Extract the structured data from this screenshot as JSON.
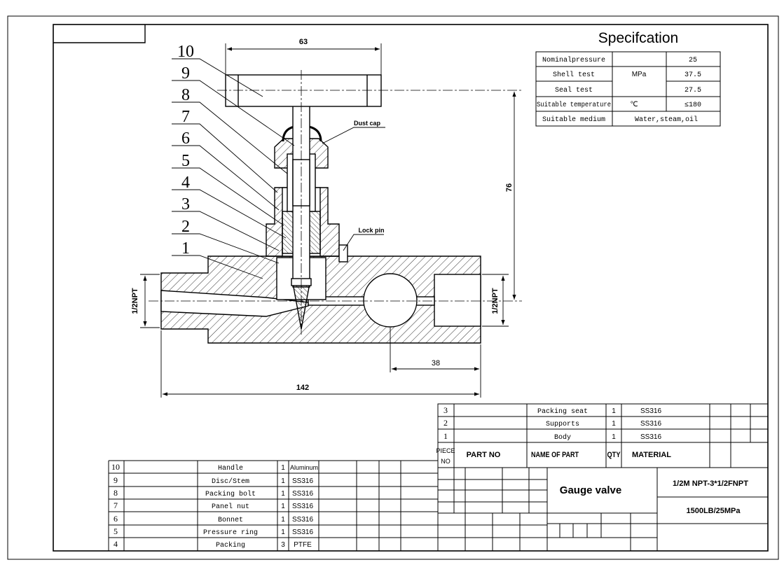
{
  "spec": {
    "title": "Specifcation",
    "rows": [
      {
        "label": "Nominalpressure",
        "unit": "",
        "value": "25"
      },
      {
        "label": "Shell test",
        "unit": "MPa",
        "value": "37.5"
      },
      {
        "label": "Seal test",
        "unit": "",
        "value": "27.5"
      },
      {
        "label": "Suitable temperature",
        "unit": "℃",
        "value": "≤180"
      },
      {
        "label": "Suitable medium",
        "unit": "",
        "value": "Water,steam,oil"
      }
    ]
  },
  "dimensions": {
    "d63": "63",
    "d76": "76",
    "d38": "38",
    "d142": "142",
    "npt_left": "1/2NPT",
    "npt_right": "1/2NPT"
  },
  "callouts": {
    "numbers": [
      "10",
      "9",
      "8",
      "7",
      "6",
      "5",
      "4",
      "3",
      "2",
      "1"
    ],
    "dust_cap": "Dust cap",
    "lock_pin": "Lock pin"
  },
  "bom_right": {
    "rows": [
      {
        "no": "3",
        "name": "Packing seat",
        "qty": "1",
        "material": "SS316"
      },
      {
        "no": "2",
        "name": "Supports",
        "qty": "1",
        "material": "SS316"
      },
      {
        "no": "1",
        "name": "Body",
        "qty": "1",
        "material": "SS316"
      }
    ],
    "header": {
      "piece": "PIECE",
      "piece2": "NO",
      "part_no": "PART NO",
      "name": "NAME OF PART",
      "qty": "QTY",
      "material": "MATERIAL"
    }
  },
  "bom_left": {
    "rows": [
      {
        "no": "10",
        "name": "Handle",
        "qty": "1",
        "material": "Aluminum"
      },
      {
        "no": "9",
        "name": "Disc/Stem",
        "qty": "1",
        "material": "SS316"
      },
      {
        "no": "8",
        "name": "Packing bolt",
        "qty": "1",
        "material": "SS316"
      },
      {
        "no": "7",
        "name": "Panel nut",
        "qty": "1",
        "material": "SS316"
      },
      {
        "no": "6",
        "name": "Bonnet",
        "qty": "1",
        "material": "SS316"
      },
      {
        "no": "5",
        "name": "Pressure ring",
        "qty": "1",
        "material": "SS316"
      },
      {
        "no": "4",
        "name": "Packing",
        "qty": "3",
        "material": "PTFE"
      }
    ]
  },
  "title_block": {
    "product": "Gauge valve",
    "connection": "1/2M NPT-3*1/2FNPT",
    "rating": "1500LB/25MPa"
  }
}
